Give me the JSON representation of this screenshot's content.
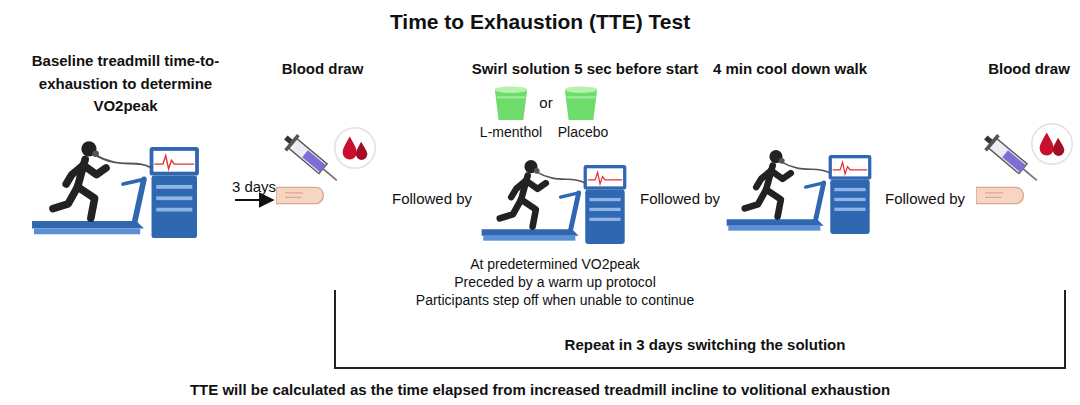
{
  "diagram": {
    "title": "Time to Exhaustion (TTE) Test",
    "caption": "TTE will be calculated as the time elapsed from increased treadmill incline to volitional exhaustion",
    "nodes": [
      {
        "text": [
          "Baseline treadmill time-to-exhaustion to determine VO2peak"
        ]
      },
      {
        "text": [
          "Blood draw"
        ]
      },
      {
        "text": [
          "Swirl solution 5 sec before start"
        ]
      },
      {
        "text": [
          "4 min cool down walk"
        ]
      },
      {
        "text": [
          "Blood draw"
        ]
      }
    ],
    "edges": [
      {
        "from": 0,
        "to": 1,
        "arrow": "to",
        "label": "3 days"
      }
    ],
    "labels": [
      "Followed by",
      "or",
      "L-menthol",
      "Placebo",
      "Followed by",
      "Followed by",
      "At predetermined VO2peak",
      "Preceded by a warm up protocol",
      "Participants step off when unable to continue",
      "Repeat in 3 days switching the solution"
    ]
  }
}
